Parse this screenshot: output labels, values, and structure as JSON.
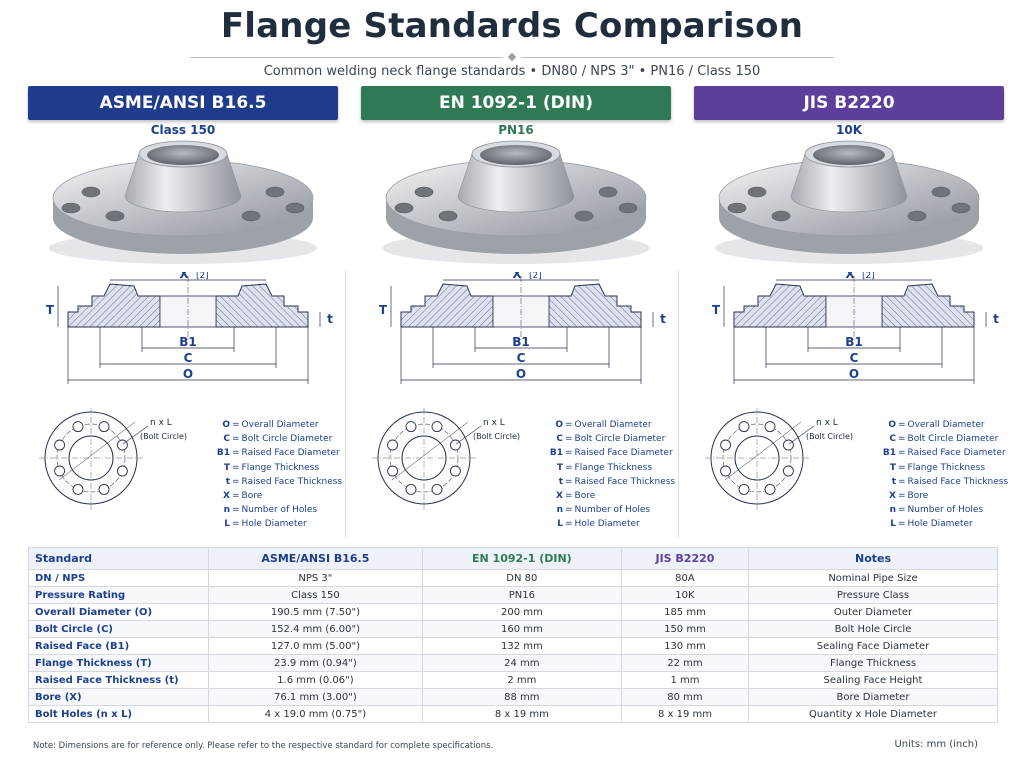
{
  "title": "Flange Standards Comparison",
  "subtitle": "Common welding neck flange standards  •  DN80 / NPS 3\"  •  PN16 / Class 150",
  "colors": {
    "asme": "#1f3c8c",
    "en": "#2f7a55",
    "jis": "#5b3f9b",
    "legend": "#1d3f8f"
  },
  "columns": [
    {
      "name": "ASME/ANSI B16.5",
      "class": "Class 150",
      "color": "#1f3c8c"
    },
    {
      "name": "EN 1092-1 (DIN)",
      "class": "PN16",
      "color": "#2f7a55"
    },
    {
      "name": "JIS B2220",
      "class": "10K",
      "color": "#5b3f9b"
    }
  ],
  "section_labels": {
    "x": "X",
    "x_ref": "[2]",
    "t_upper": "T",
    "t_lower": "t",
    "b1": "B1",
    "c": "C",
    "o": "O"
  },
  "bolt_labels": {
    "holes": "n x L",
    "bolt_circle": "(Bolt Circle)"
  },
  "legend": [
    {
      "sym": "O",
      "text": "Overall Diameter"
    },
    {
      "sym": "C",
      "text": "Bolt Circle Diameter"
    },
    {
      "sym": "B1",
      "text": "Raised Face Diameter"
    },
    {
      "sym": "T",
      "text": "Flange Thickness"
    },
    {
      "sym": "t",
      "text": "Raised Face Thickness"
    },
    {
      "sym": "X",
      "text": "Bore"
    },
    {
      "sym": "n",
      "text": "Number of Holes"
    },
    {
      "sym": "L",
      "text": "Hole Diameter"
    }
  ],
  "table": {
    "headers": [
      "Standard",
      "ASME/ANSI B16.5",
      "EN 1092-1 (DIN)",
      "JIS B2220",
      "Notes"
    ],
    "rows": [
      [
        "DN / NPS",
        "NPS 3\"",
        "DN 80",
        "80A",
        "Nominal Pipe Size"
      ],
      [
        "Pressure Rating",
        "Class 150",
        "PN16",
        "10K",
        "Pressure Class"
      ],
      [
        "Overall Diameter (O)",
        "190.5 mm (7.50\")",
        "200 mm",
        "185 mm",
        "Outer Diameter"
      ],
      [
        "Bolt Circle (C)",
        "152.4 mm (6.00\")",
        "160 mm",
        "150 mm",
        "Bolt Hole Circle"
      ],
      [
        "Raised Face (B1)",
        "127.0 mm (5.00\")",
        "132 mm",
        "130 mm",
        "Sealing Face Diameter"
      ],
      [
        "Flange Thickness (T)",
        "23.9 mm (0.94\")",
        "24 mm",
        "22 mm",
        "Flange Thickness"
      ],
      [
        "Raised Face Thickness (t)",
        "1.6 mm (0.06\")",
        "2 mm",
        "1 mm",
        "Sealing Face Height"
      ],
      [
        "Bore (X)",
        "76.1 mm (3.00\")",
        "88 mm",
        "80 mm",
        "Bore Diameter"
      ],
      [
        "Bolt Holes (n x L)",
        "4 x 19.0 mm (0.75\")",
        "8 x 19 mm",
        "8 x 19 mm",
        "Quantity x Hole Diameter"
      ]
    ]
  },
  "footer": {
    "note": "Note: Dimensions are for reference only. Please refer to the respective standard for complete specifications.",
    "units": "Units: mm (inch)"
  }
}
